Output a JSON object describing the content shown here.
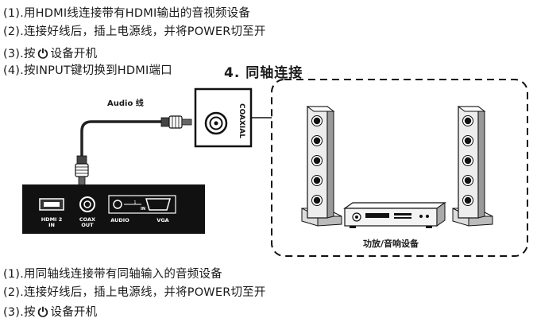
{
  "hdmi_steps": [
    "(1).用HDMI线连接带有HDMI输出的音视频设备",
    "(2).连接好线后，插上电源线，并将POWER切至开",
    "(3).按",
    "设备开机",
    "(4).按INPUT键切换到HDMI端口"
  ],
  "section_title": "4. 同轴连接",
  "diagram": {
    "cable_label": "Audio 线",
    "coaxial_label": "COAXIAL",
    "ports": [
      "HDMI 2",
      "IN",
      "COAX",
      "OUT",
      "AUDIO",
      "VGA",
      "IN"
    ],
    "receiver_label": "功放/音响设备"
  },
  "coax_steps": [
    "(1).用同轴线连接带有同轴输入的音频设备",
    "(2).连接好线后，插上电源线，并将POWER切至开",
    "(3).按",
    "设备开机"
  ],
  "power_icon": "power-icon"
}
